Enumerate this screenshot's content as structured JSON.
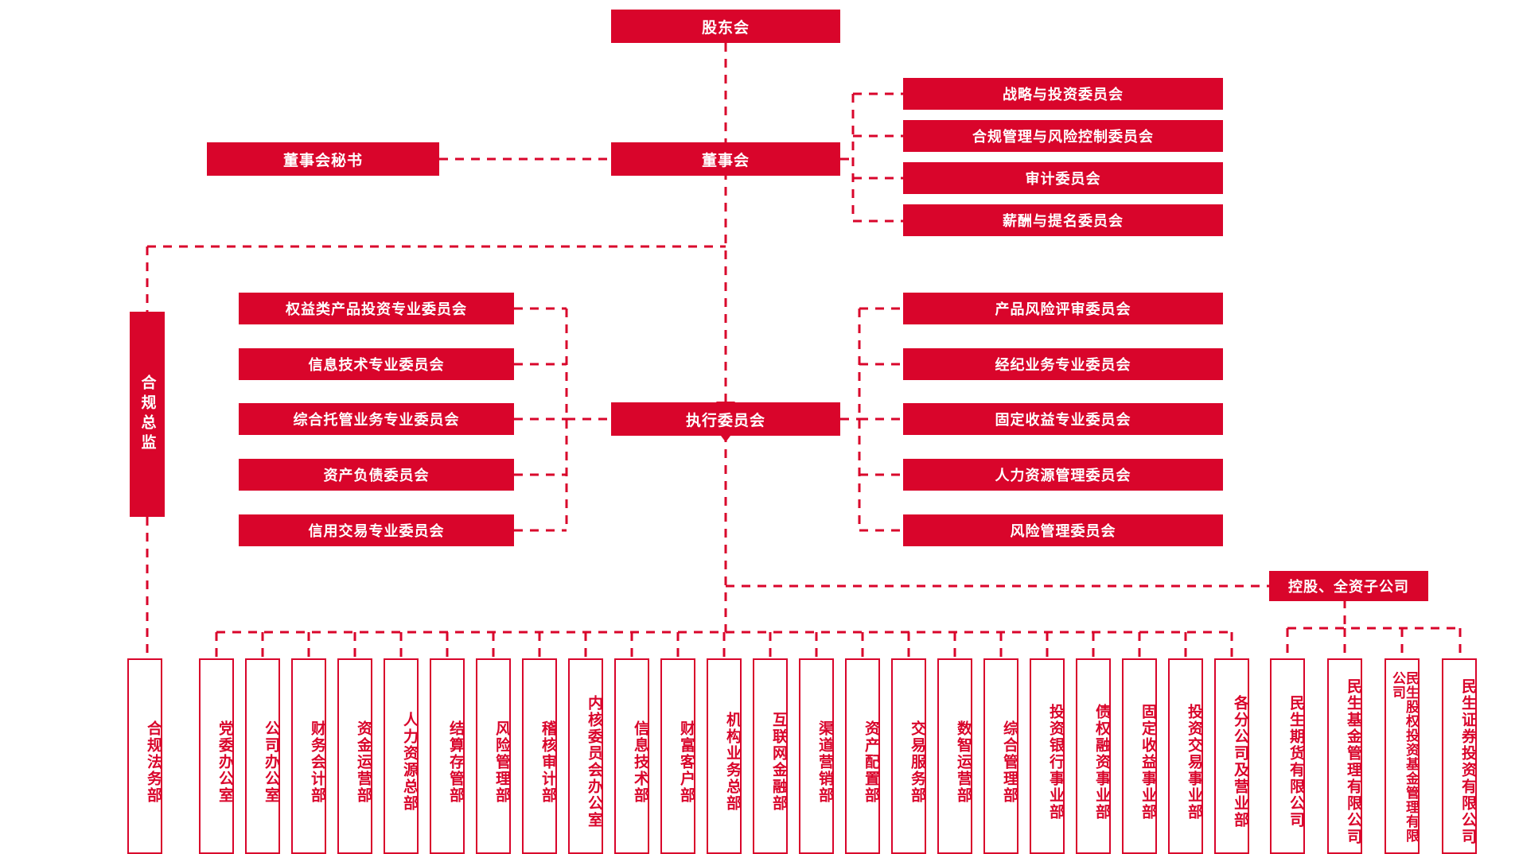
{
  "meta": {
    "title": "组织架构图",
    "accent": "#d9052b",
    "box_text_color": "#ffffff",
    "outline_text_color": "#d9052b",
    "background": "#ffffff"
  },
  "top": {
    "shareholders": "股东会",
    "board": "董事会",
    "board_secretary": "董事会秘书"
  },
  "board_committees": [
    {
      "label": "战略与投资委员会"
    },
    {
      "label": "合规管理与风险控制委员会"
    },
    {
      "label": "审计委员会"
    },
    {
      "label": "薪酬与提名委员会"
    }
  ],
  "compliance_officer": "合规总监",
  "executive": {
    "label": "执行委员会"
  },
  "exec_committees_left": [
    {
      "label": "权益类产品投资专业委员会"
    },
    {
      "label": "信息技术专业委员会"
    },
    {
      "label": "综合托管业务专业委员会"
    },
    {
      "label": "资产负债委员会"
    },
    {
      "label": "信用交易专业委员会"
    }
  ],
  "exec_committees_right": [
    {
      "label": "产品风险评审委员会"
    },
    {
      "label": "经纪业务专业委员会"
    },
    {
      "label": "固定收益专业委员会"
    },
    {
      "label": "人力资源管理委员会"
    },
    {
      "label": "风险管理委员会"
    }
  ],
  "subsidiary_header": "控股、全资子公司",
  "compliance_department": "合规法务部",
  "departments": [
    {
      "label": "党委办公室"
    },
    {
      "label": "公司办公室"
    },
    {
      "label": "财务会计部"
    },
    {
      "label": "资金运营部"
    },
    {
      "label": "人力资源总部"
    },
    {
      "label": "结算存管部"
    },
    {
      "label": "风险管理部"
    },
    {
      "label": "稽核审计部"
    },
    {
      "label": "内核委员会办公室"
    },
    {
      "label": "信息技术部"
    },
    {
      "label": "财富客户部"
    },
    {
      "label": "机构业务总部"
    },
    {
      "label": "互联网金融部"
    },
    {
      "label": "渠道营销部"
    },
    {
      "label": "资产配置部"
    },
    {
      "label": "交易服务部"
    },
    {
      "label": "数智运营部"
    },
    {
      "label": "综合管理部"
    },
    {
      "label": "投资银行事业部"
    },
    {
      "label": "债权融资事业部"
    },
    {
      "label": "固定收益事业部"
    },
    {
      "label": "投资交易事业部"
    },
    {
      "label": "各分公司及营业部"
    }
  ],
  "subsidiaries": [
    {
      "label": "民生期货有限公司"
    },
    {
      "label": "民生基金管理有限公司"
    },
    {
      "label": "民生股权投资基金管理有限公司"
    },
    {
      "label": "民生证券投资有限公司"
    }
  ]
}
